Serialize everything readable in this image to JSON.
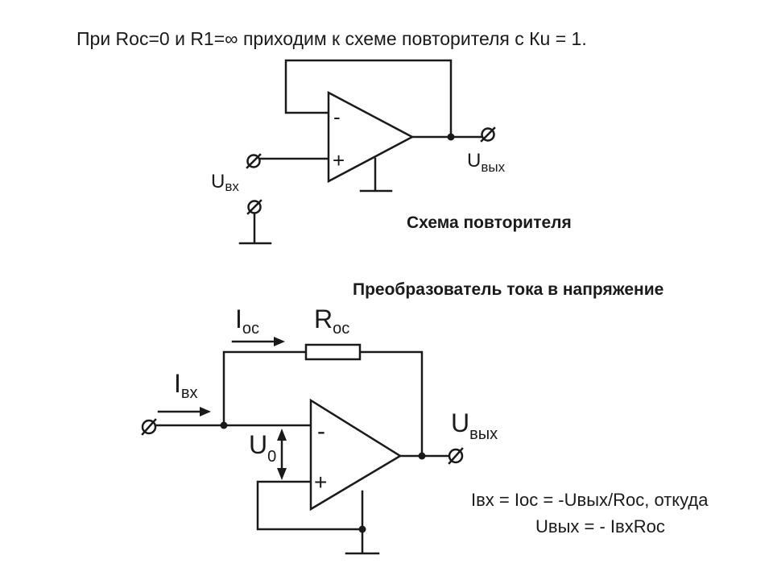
{
  "header": {
    "line_prefix": "При Roc=0 и R1=",
    "infinity": "∞",
    "line_suffix": " приходим к схеме повторителя с Кu = 1."
  },
  "follower": {
    "minus": "-",
    "plus": "+",
    "u_in_main": "U",
    "u_in_sub": "вх",
    "u_out_main": "U",
    "u_out_sub": "вых",
    "caption": "Схема повторителя"
  },
  "converter": {
    "title": "Преобразователь тока в напряжение",
    "i_oc_main": "I",
    "i_oc_sub": "ос",
    "r_oc_main": "R",
    "r_oc_sub": "ос",
    "i_in_main": "I",
    "i_in_sub": "вх",
    "u0_main": "U",
    "u0_sub": "0",
    "u_out_main": "U",
    "u_out_sub": "вых",
    "minus": "-",
    "plus": "+",
    "formula_1": "Iвх = Iос = -Uвых/Roc, откуда",
    "formula_2": "Uвых = - IвхRoc"
  }
}
